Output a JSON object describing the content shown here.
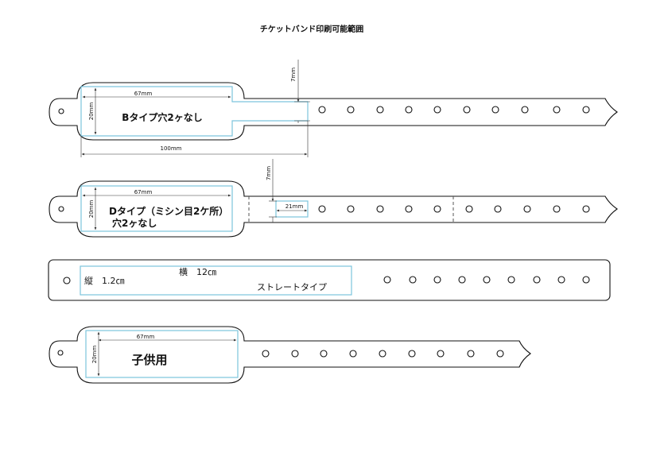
{
  "title": "チケットバンド印刷可能範囲",
  "bands": {
    "b": {
      "label": "Bタイプ穴2ヶなし",
      "width_dim": "67mm",
      "height_dim": "20mm",
      "overall_dim": "100mm",
      "tail_dim": "7mm"
    },
    "d": {
      "label_line1": "Dタイプ（ミシン目2ケ所）",
      "label_line2": "穴2ヶなし",
      "width_dim": "67mm",
      "height_dim": "20mm",
      "tab_dim": "21mm",
      "tail_dim": "7mm"
    },
    "straight": {
      "tate": "縦　1.2㎝",
      "yoko": "横　12㎝",
      "type_label": "ストレートタイプ"
    },
    "kids": {
      "label": "子供用",
      "width_dim": "67mm",
      "height_dim": "20mm"
    }
  }
}
